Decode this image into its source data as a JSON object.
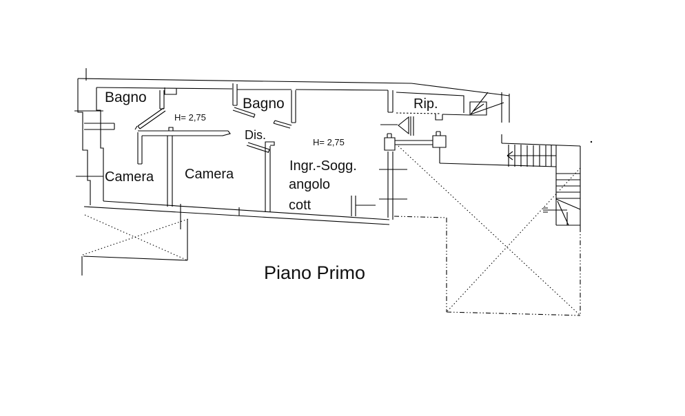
{
  "plan": {
    "title": "Piano Primo"
  },
  "rooms": {
    "bagno_left": "Bagno",
    "bagno_right": "Bagno",
    "rip": "Rip.",
    "dis": "Dis.",
    "camera_left": "Camera",
    "camera_mid": "Camera",
    "soggiorno_line1": "Ingr.-Sogg.",
    "soggiorno_line2": "angolo",
    "soggiorno_line3": "cott"
  },
  "annotations": {
    "height_left": "H= 2,75",
    "height_right": "H= 2,75"
  },
  "colors": {
    "line": "#000000",
    "background": "#ffffff"
  }
}
